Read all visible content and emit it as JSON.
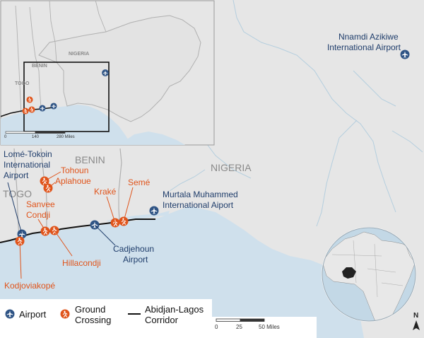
{
  "countries": {
    "nigeria": "NIGERIA",
    "benin": "BENIN",
    "togo": "TOGO"
  },
  "inset": {
    "nigeria": "NIGERIA",
    "benin": "BENIN",
    "togo": "TOGO",
    "scale": {
      "zero": "0",
      "mid": "140",
      "max": "280 Miles"
    }
  },
  "airports": {
    "nnamdi": [
      "Nnamdi Azikiwe",
      "International Airport"
    ],
    "murtala": [
      "Murtala Muhammed",
      "International Aiport"
    ],
    "cadjehoun": [
      "Cadjehoun",
      "Airport"
    ],
    "lome": [
      "Lomé-Tokoin",
      "International",
      "Airport"
    ]
  },
  "crossings": {
    "tohoun": "Tohoun",
    "aplahoue": "Aplahoue",
    "sanvee": [
      "Sanvee",
      "Condji"
    ],
    "krake": "Kraké",
    "seme": "Semé",
    "hillacondji": "Hillacondji",
    "kodjoviakope": "Kodjoviakopé"
  },
  "legend": {
    "airport": "Airport",
    "crossing": [
      "Ground",
      "Crossing"
    ],
    "corridor": [
      "Abidjan-Lagos",
      "Corridor"
    ]
  },
  "scale": {
    "zero": "0",
    "mid": "25",
    "max": "50 Miles"
  },
  "north": "N",
  "colors": {
    "land": "#e6e6e6",
    "sea": "#cfe0ec",
    "border": "#b0b0b0",
    "river": "#b4cede",
    "airport_icon": "#2f5485",
    "airport_label": "#1f3d6b",
    "crossing_icon": "#e0541b",
    "corridor": "#111111",
    "globe_ocean": "#c3d8e6",
    "globe_land": "#e8e8e8",
    "globe_highlight": "#222222"
  }
}
